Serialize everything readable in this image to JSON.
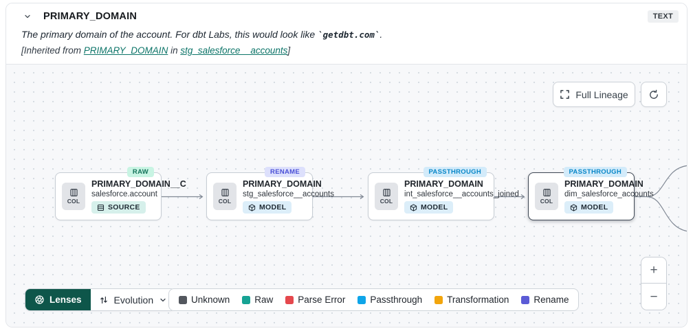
{
  "header": {
    "title": "PRIMARY_DOMAIN",
    "type_badge": "TEXT",
    "description_prefix": "The primary domain of the account. For dbt Labs, this would look like ",
    "description_code": "`getdbt.com`",
    "description_suffix": ".",
    "inherited_prefix": "[Inherited from ",
    "inherited_link_column": "PRIMARY_DOMAIN",
    "inherited_middle": " in ",
    "inherited_link_model": "stg_salesforce__accounts",
    "inherited_suffix": "]"
  },
  "toolbar": {
    "full_lineage_label": "Full Lineage"
  },
  "lineage": {
    "nodes": [
      {
        "title": "PRIMARY_DOMAIN__C",
        "subtitle": "salesforce.account",
        "badge": "RAW",
        "type": "SOURCE",
        "col_label": "COL"
      },
      {
        "title": "PRIMARY_DOMAIN",
        "subtitle": "stg_salesforce__accounts",
        "badge": "RENAME",
        "type": "MODEL",
        "col_label": "COL"
      },
      {
        "title": "PRIMARY_DOMAIN",
        "subtitle": "int_salesforce__accounts_joined",
        "badge": "PASSTHROUGH",
        "type": "MODEL",
        "col_label": "COL"
      },
      {
        "title": "PRIMARY_DOMAIN",
        "subtitle": "dim_salesforce_accounts",
        "badge": "PASSTHROUGH",
        "type": "MODEL",
        "col_label": "COL"
      }
    ]
  },
  "lenses": {
    "label": "Lenses",
    "selected_lens": "Evolution"
  },
  "legend": {
    "items": [
      {
        "label": "Unknown",
        "color": "#53575E"
      },
      {
        "label": "Raw",
        "color": "#16A394"
      },
      {
        "label": "Parse Error",
        "color": "#E5484D"
      },
      {
        "label": "Passthrough",
        "color": "#0EA5E9"
      },
      {
        "label": "Transformation",
        "color": "#F2A50C"
      },
      {
        "label": "Rename",
        "color": "#5B5BD6"
      }
    ]
  },
  "zoom_controls": {
    "zoom_in": "+",
    "zoom_out": "−"
  }
}
